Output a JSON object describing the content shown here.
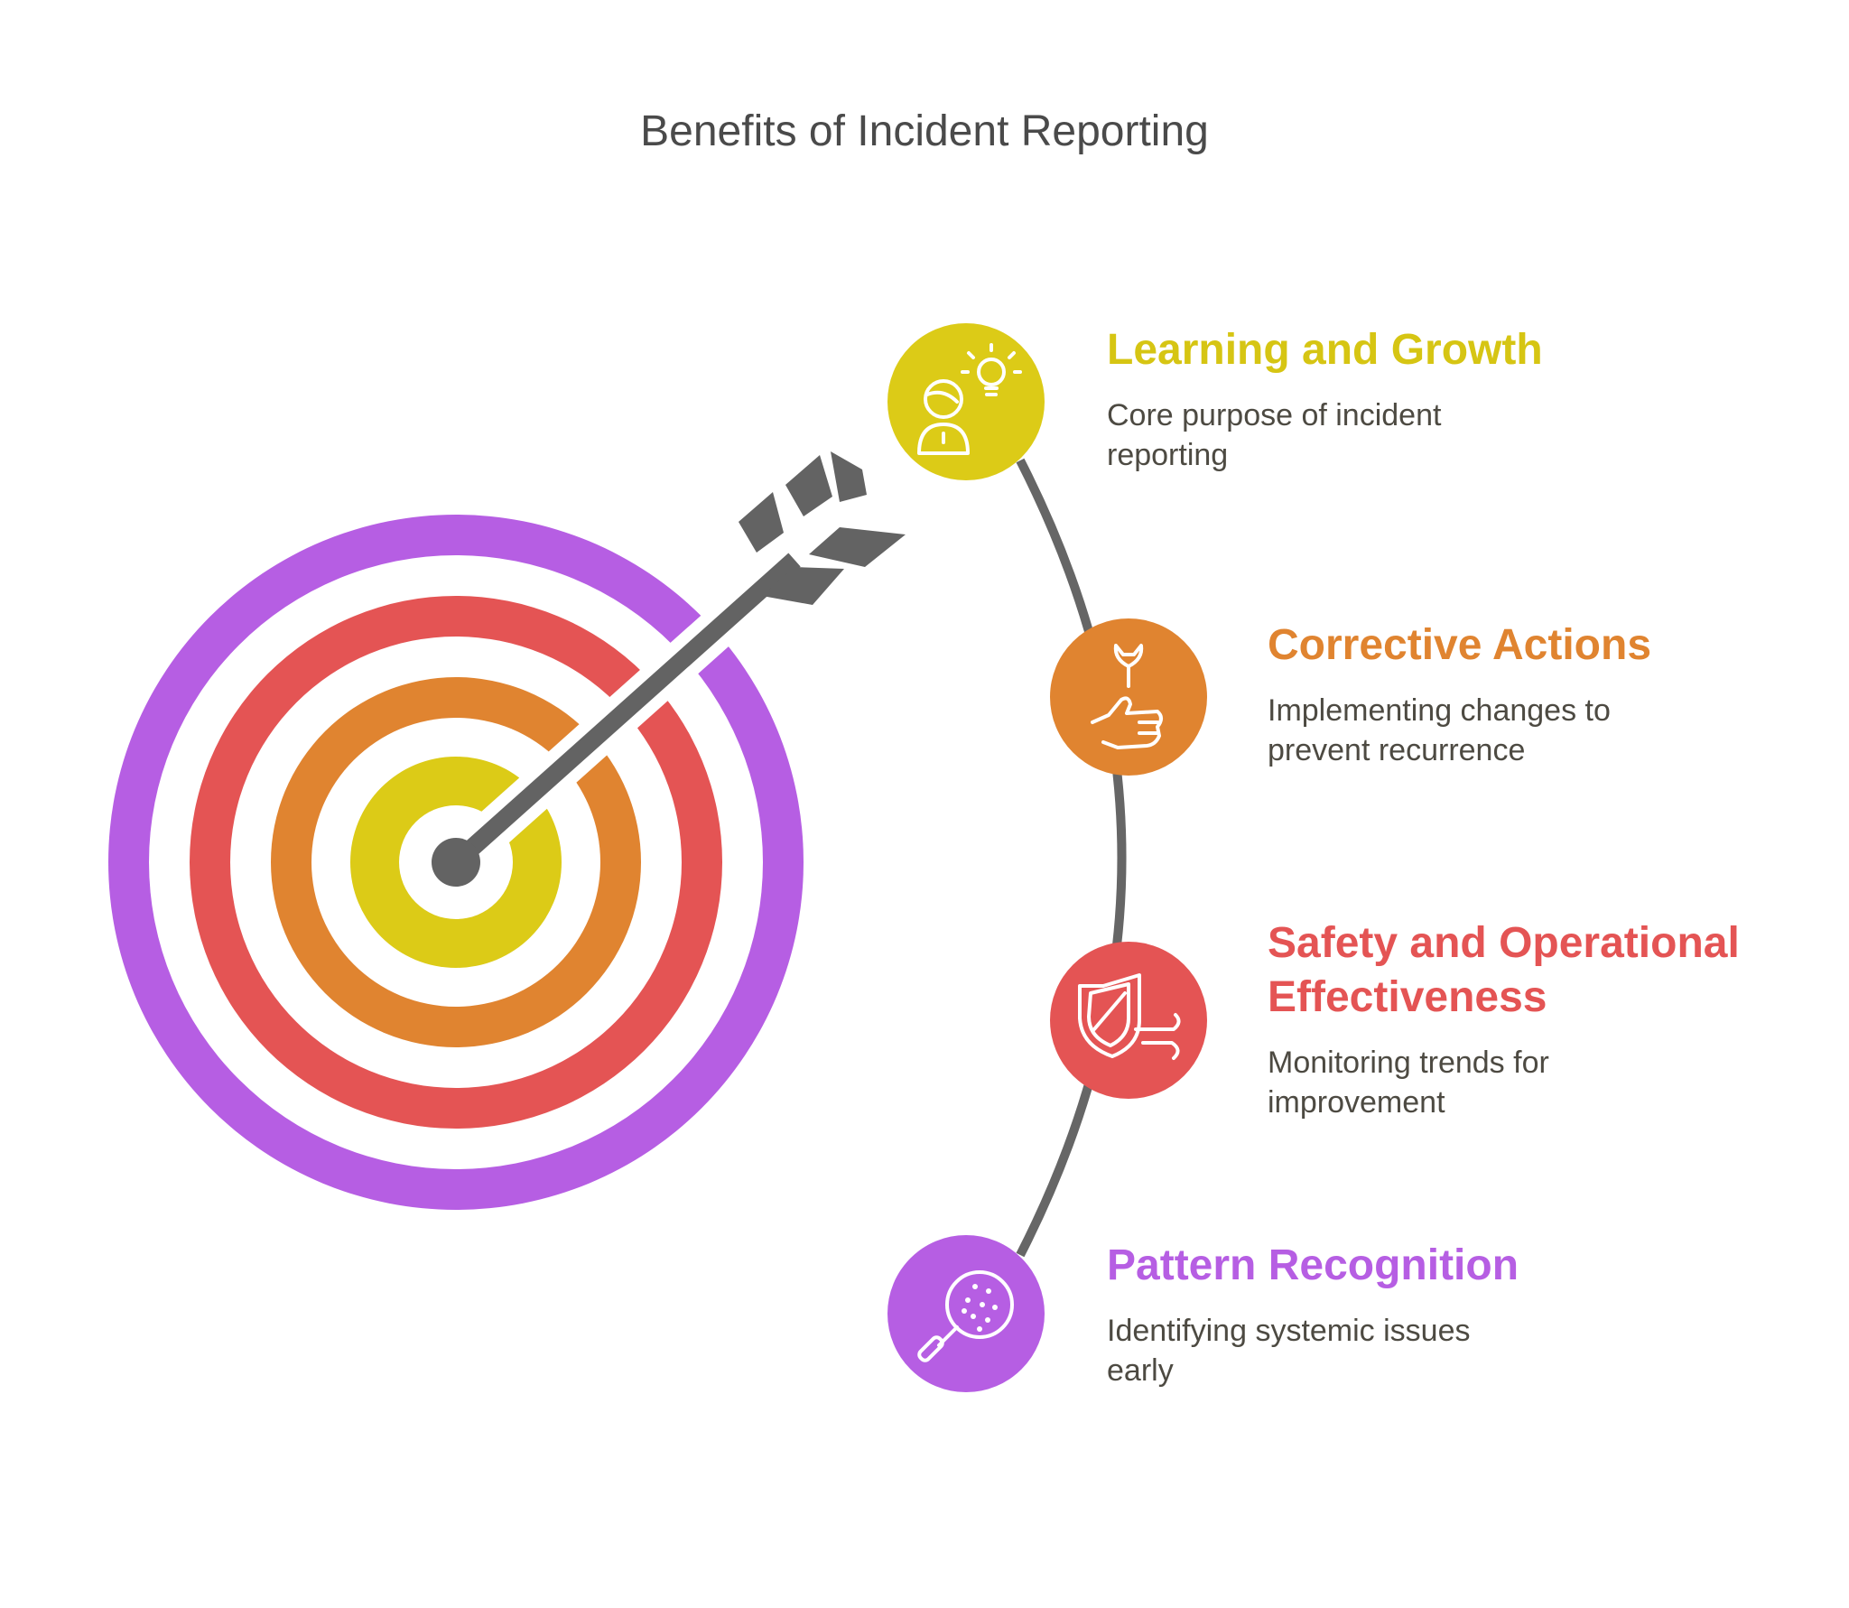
{
  "title": "Benefits of Incident Reporting",
  "colors": {
    "purple": "#B65EE3",
    "red": "#E45454",
    "orange": "#E08430",
    "yellow": "#DCCB17",
    "gray": "#636363",
    "line": "#666666"
  },
  "target": {
    "rings": [
      "purple",
      "red",
      "orange",
      "yellow"
    ],
    "arrow_color": "gray"
  },
  "items": [
    {
      "title": "Learning and Growth",
      "description": "Core purpose of incident reporting",
      "color": "#D6C513",
      "icon": "person-lightbulb-icon"
    },
    {
      "title": "Corrective Actions",
      "description": "Implementing changes to prevent recurrence",
      "color": "#E08430",
      "icon": "hand-wrench-icon"
    },
    {
      "title": "Safety and Operational Effectiveness",
      "description": "Monitoring trends for improvement",
      "color": "#E45454",
      "icon": "shield-wind-icon"
    },
    {
      "title": "Pattern Recognition",
      "description": "Identifying systemic issues early",
      "color": "#B65EE3",
      "icon": "magnifier-dots-icon"
    }
  ]
}
